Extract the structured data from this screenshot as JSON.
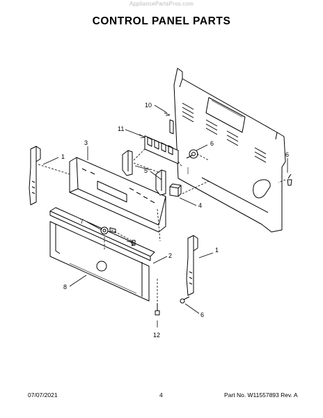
{
  "watermark": "AppliancePartsPros.com",
  "title": "CONTROL PANEL PARTS",
  "footer": {
    "date": "07/07/2021",
    "page": "4",
    "part_label": "Part No. W11557893  Rev. A"
  },
  "callouts": {
    "c10": "10",
    "c11": "11",
    "c3": "3",
    "c1_left": "1",
    "c5": "5",
    "c6_upper": "6",
    "c6_right": "6",
    "c4": "4",
    "c7": "7",
    "c9": "9",
    "c2": "2",
    "c1_right": "1",
    "c8": "8",
    "c6_lower": "6",
    "c12": "12"
  }
}
